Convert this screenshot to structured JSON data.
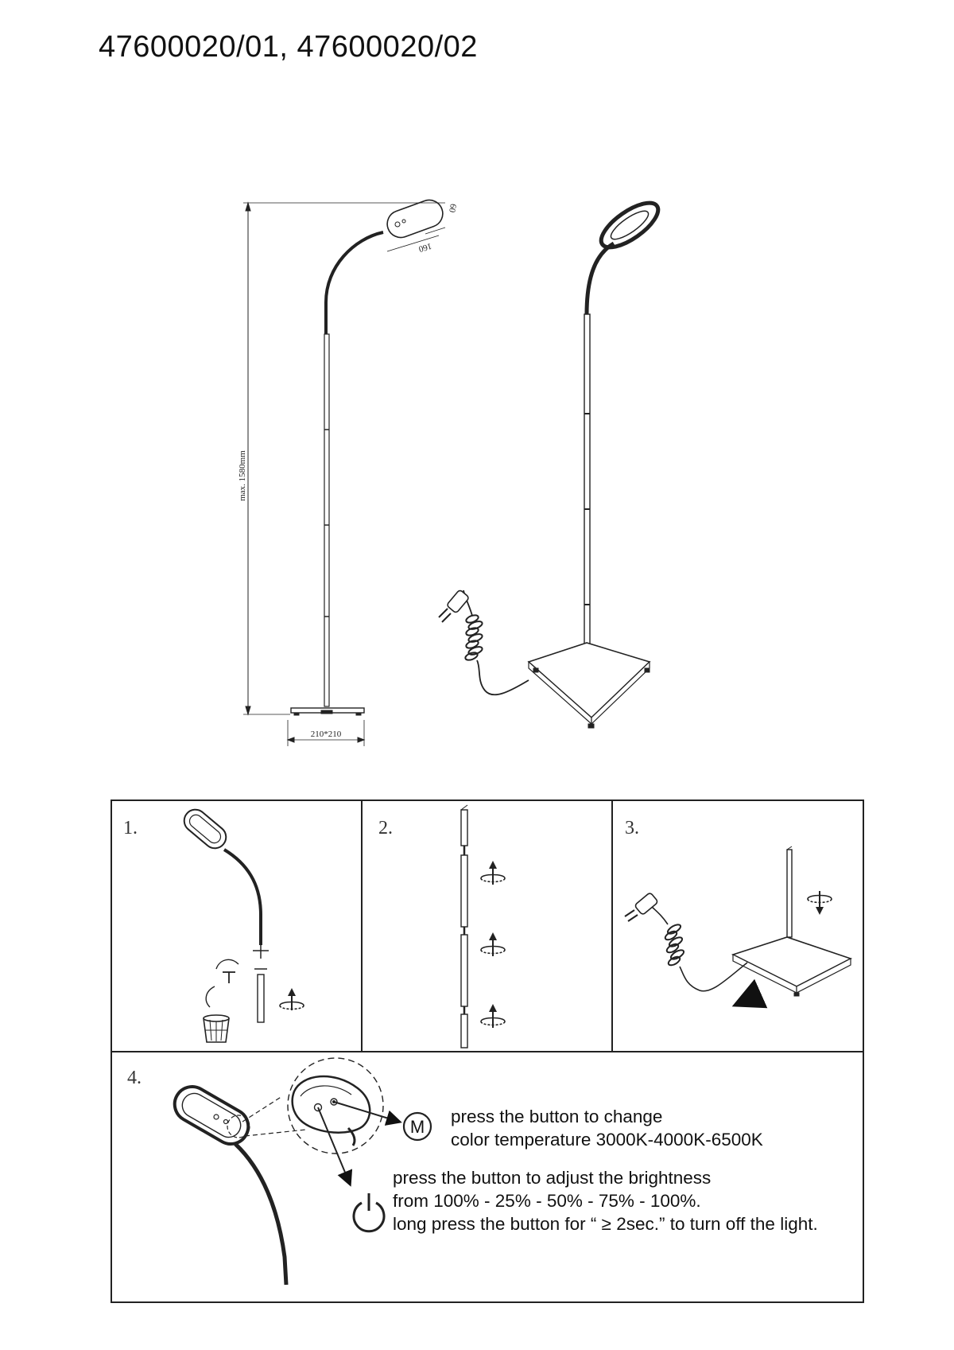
{
  "header": {
    "model_numbers": "47600020/01, 47600020/02"
  },
  "dimensions": {
    "height_label": "max. 1580mm",
    "base_label": "210*210",
    "head_width_label": "160",
    "head_depth_label": "60"
  },
  "steps": [
    {
      "number": "1."
    },
    {
      "number": "2."
    },
    {
      "number": "3."
    },
    {
      "number": "4."
    }
  ],
  "buttons": {
    "mode": {
      "symbol": "M",
      "line1": "press the button to change",
      "line2": "color temperature 3000K-4000K-6500K"
    },
    "power": {
      "line1": "press the button to adjust the brightness",
      "line2": "from 100% - 25% - 50% - 75% - 100%.",
      "line3": "long press the button for “ ≥ 2sec.” to turn off the light."
    }
  }
}
